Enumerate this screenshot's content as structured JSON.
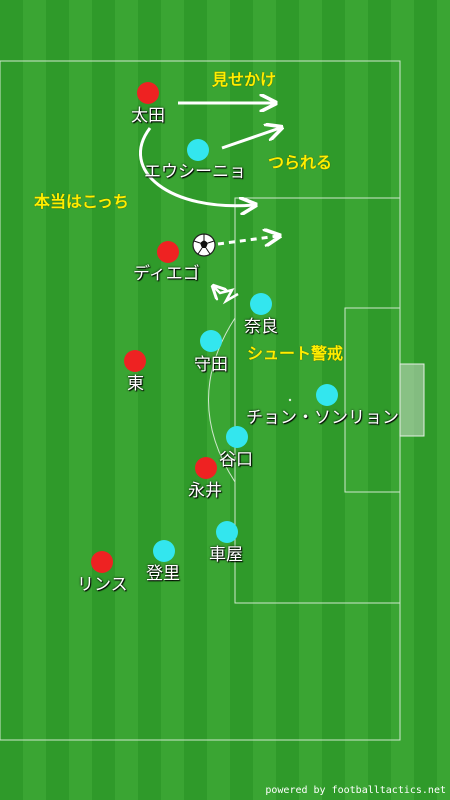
{
  "colors": {
    "team_red": "#ee2222",
    "team_cyan": "#33e6ee",
    "note": "#ffee00",
    "pitch_a": "#2f9a2a",
    "pitch_b": "#3aa533"
  },
  "players": {
    "ota": "太田",
    "eusinho": "エウシーニョ",
    "diego": "ディエゴ",
    "nara": "奈良",
    "morita": "守田",
    "higashi": "東",
    "jeong": "チョン・ソンリョン",
    "taniguchi": "谷口",
    "nagai": "永井",
    "kurumaya": "車屋",
    "noborizato": "登里",
    "rins": "リンス"
  },
  "notes": {
    "feint": "見せかけ",
    "drawn": "つられる",
    "real": "本当はこっち",
    "shoot_alert": "シュート警戒"
  },
  "credit": "powered by footballtactics.net",
  "icons": {
    "ball": "soccer-ball-icon"
  }
}
